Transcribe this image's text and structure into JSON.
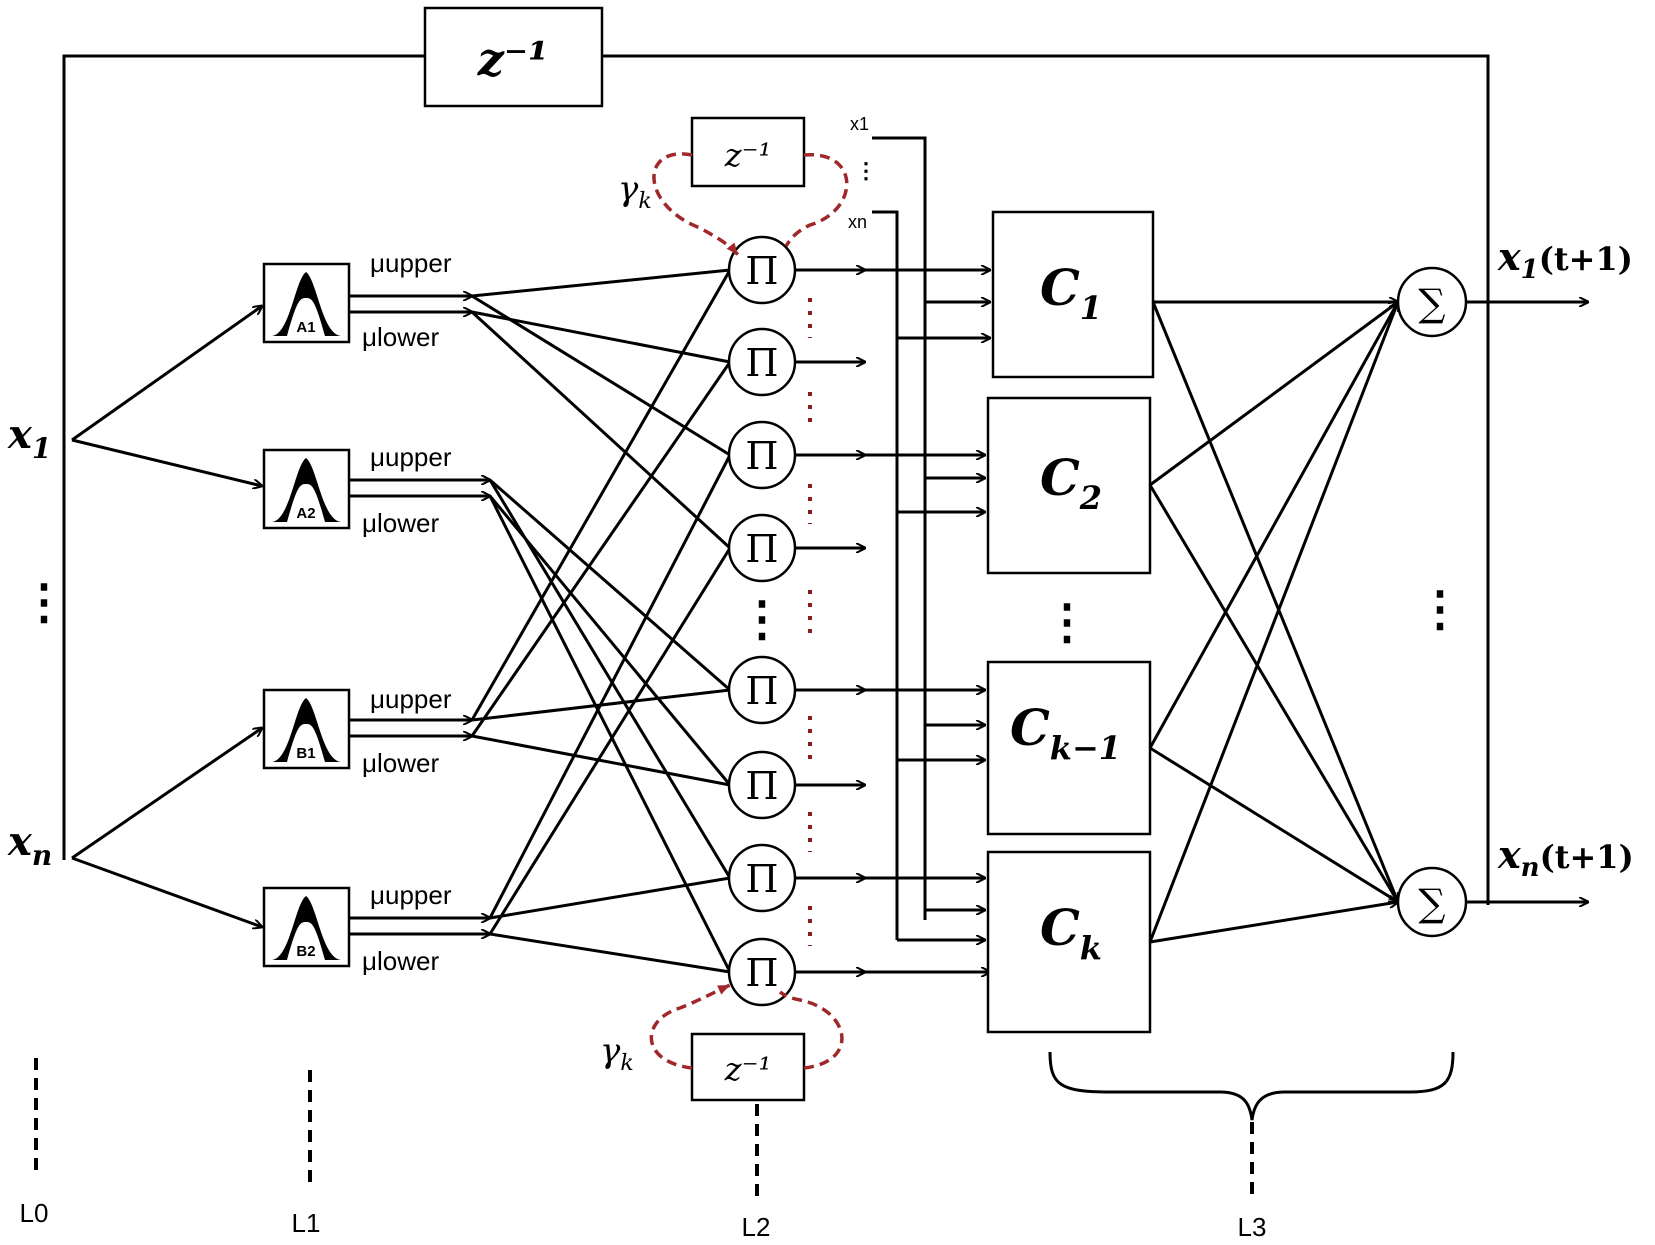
{
  "delay_label": "z⁻¹",
  "inputs": {
    "x1": {
      "base": "x",
      "sub": "1"
    },
    "xn": {
      "base": "x",
      "sub": "n"
    }
  },
  "mf_blocks": [
    "A1",
    "A2",
    "B1",
    "B2"
  ],
  "mf_outputs": {
    "upper": "μupper",
    "lower": "μlower"
  },
  "product_symbol": "Π",
  "sum_symbol": "∑",
  "gamma": {
    "base": "γ",
    "sub": "k"
  },
  "extra_inputs": {
    "first": "x1",
    "last": "xn"
  },
  "consequents": [
    {
      "base": "C",
      "sub": "1"
    },
    {
      "base": "C",
      "sub": "2"
    },
    {
      "base": "C",
      "sub": "k−1"
    },
    {
      "base": "C",
      "sub": "k"
    }
  ],
  "outputs": {
    "x1": {
      "base": "x",
      "sub": "1",
      "suffix": "(t+1)"
    },
    "xn": {
      "base": "x",
      "sub": "n",
      "suffix": "(t+1)"
    }
  },
  "layers": [
    "L0",
    "L1",
    "L2",
    "L3"
  ],
  "ellipsis": "⋮",
  "colors": {
    "line": "#000000",
    "recurrent": "#a0282a",
    "dots_red": "#8b1c1c"
  }
}
